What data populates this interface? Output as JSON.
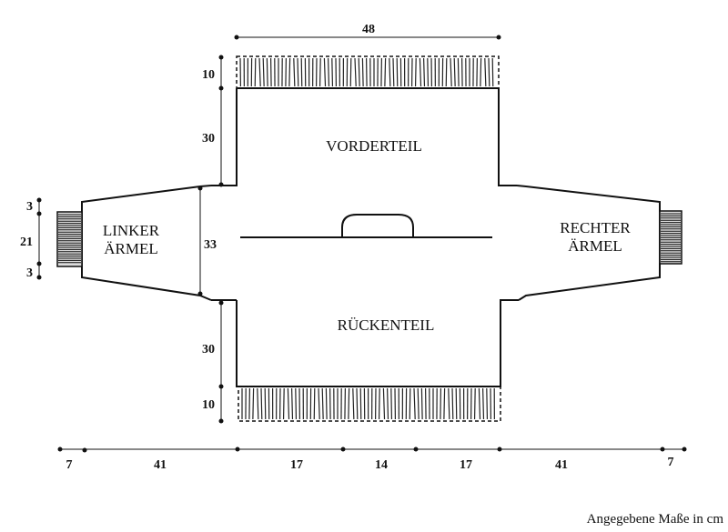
{
  "labels": {
    "front": "VORDERTEIL",
    "back": "RÜCKENTEIL",
    "left_sleeve_line1": "LINKER",
    "left_sleeve_line2": "ÄRMEL",
    "right_sleeve_line1": "RECHTER",
    "right_sleeve_line2": "ÄRMEL"
  },
  "dimensions": {
    "top_width": "48",
    "front_rib": "10",
    "front_body": "30",
    "back_body": "30",
    "back_rib": "10",
    "sleeve_height": "33",
    "cuff_top": "3",
    "cuff_mid": "21",
    "cuff_bottom": "3",
    "bottom": [
      "7",
      "41",
      "17",
      "14",
      "17",
      "41",
      "7"
    ]
  },
  "note": "Angegebene Maße in cm"
}
